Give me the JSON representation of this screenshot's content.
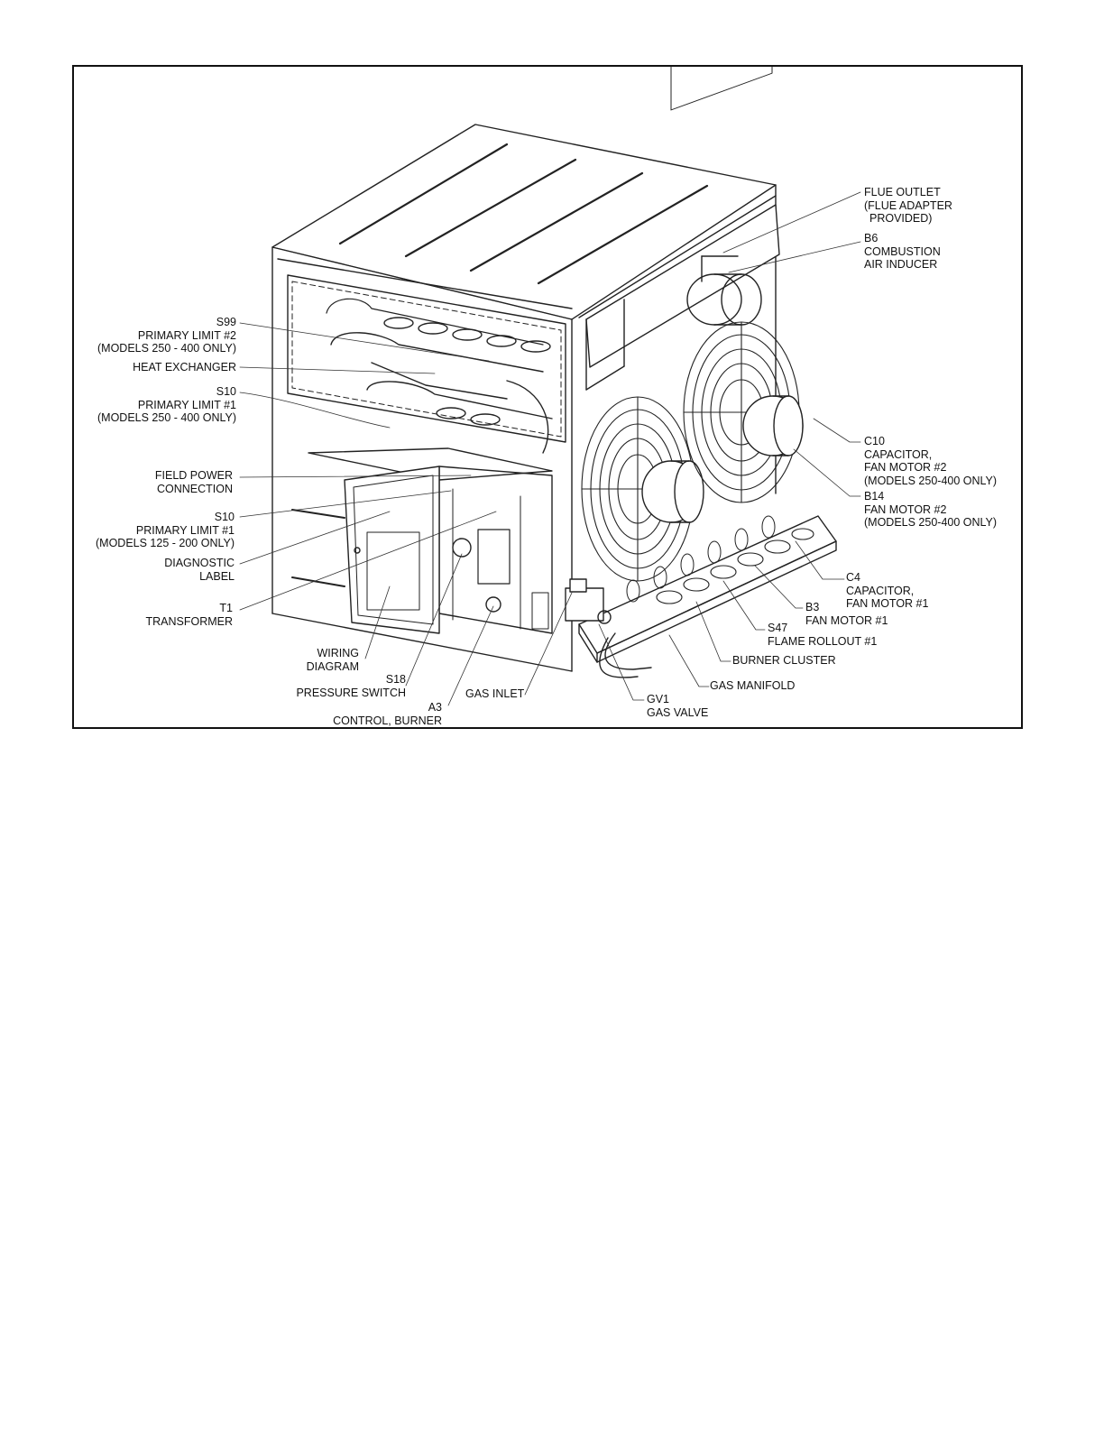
{
  "labels": {
    "flue_outlet": [
      "FLUE OUTLET",
      "(FLUE ADAPTER",
      "PROVIDED)"
    ],
    "b6": [
      "B6",
      "COMBUSTION",
      "AIR INDUCER"
    ],
    "s99": [
      "S99",
      "PRIMARY LIMIT #2",
      "(MODELS 250 - 400 ONLY)"
    ],
    "heat_exchanger": [
      "HEAT EXCHANGER"
    ],
    "s10_upper": [
      "S10",
      "PRIMARY LIMIT #1",
      "(MODELS 250 - 400 ONLY)"
    ],
    "field_power": [
      "FIELD POWER",
      "CONNECTION"
    ],
    "s10_lower": [
      "S10",
      "PRIMARY LIMIT #1",
      "(MODELS 125 - 200 ONLY)"
    ],
    "diagnostic": [
      "DIAGNOSTIC",
      "LABEL"
    ],
    "t1": [
      "T1",
      "TRANSFORMER"
    ],
    "wiring": [
      "WIRING",
      "DIAGRAM"
    ],
    "s18": [
      "S18",
      "PRESSURE SWITCH"
    ],
    "a3": [
      "A3",
      "CONTROL, BURNER"
    ],
    "gas_inlet": [
      "GAS INLET"
    ],
    "gv1": [
      "GV1",
      "GAS VALVE"
    ],
    "gas_manifold": [
      "GAS MANIFOLD"
    ],
    "burner_cluster": [
      "BURNER CLUSTER"
    ],
    "s47": [
      "S47",
      "FLAME ROLLOUT #1"
    ],
    "b3": [
      "B3",
      "FAN MOTOR #1"
    ],
    "c4": [
      "C4",
      "CAPACITOR,",
      "FAN MOTOR #1"
    ],
    "b14": [
      "B14",
      "FAN MOTOR #2",
      "(MODELS 250-400 ONLY)"
    ],
    "c10": [
      "C10",
      "CAPACITOR,",
      "FAN MOTOR #2",
      "(MODELS 250-400 ONLY)"
    ]
  }
}
